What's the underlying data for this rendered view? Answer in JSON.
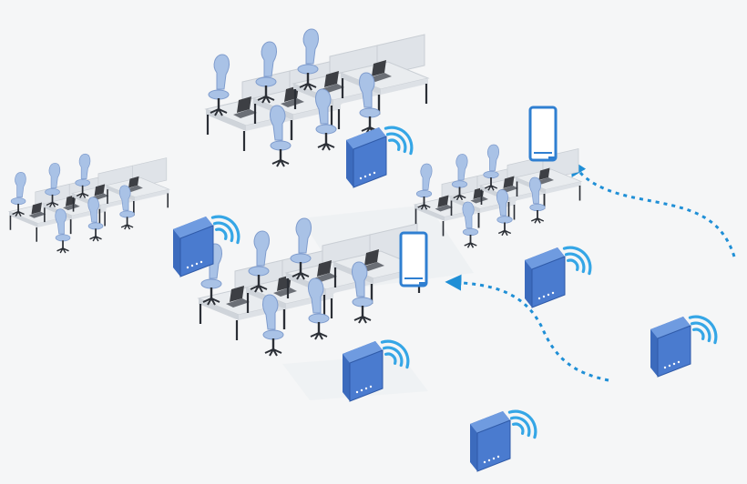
{
  "diagram": {
    "accent": "#1f8fd6",
    "desk_color": "#e9ecef",
    "desk_edge": "#c9ced4",
    "chair_color": "#a9c2e6",
    "ap_color": "#4a7bcf",
    "laptop_color": "#3d3f44",
    "tablet_color": "#2f7fd1",
    "wifi_color": "#35a6e6",
    "desk_clusters": [
      {
        "id": "left",
        "name": "desk-cluster-left"
      },
      {
        "id": "top",
        "name": "desk-cluster-top"
      },
      {
        "id": "center",
        "name": "desk-cluster-center"
      },
      {
        "id": "right",
        "name": "desk-cluster-right"
      }
    ],
    "access_points": [
      {
        "id": "ap-1",
        "name": "access-point-top"
      },
      {
        "id": "ap-2",
        "name": "access-point-left"
      },
      {
        "id": "ap-3",
        "name": "access-point-center"
      },
      {
        "id": "ap-4",
        "name": "access-point-right"
      },
      {
        "id": "ap-5",
        "name": "access-point-far-right"
      },
      {
        "id": "ap-6",
        "name": "access-point-bottom"
      }
    ],
    "tablets": [
      {
        "id": "tablet-1",
        "name": "tablet-top-right"
      },
      {
        "id": "tablet-2",
        "name": "tablet-center"
      }
    ],
    "roaming_paths": [
      {
        "id": "path-1",
        "name": "roaming-path-right"
      },
      {
        "id": "path-2",
        "name": "roaming-path-center"
      }
    ]
  }
}
